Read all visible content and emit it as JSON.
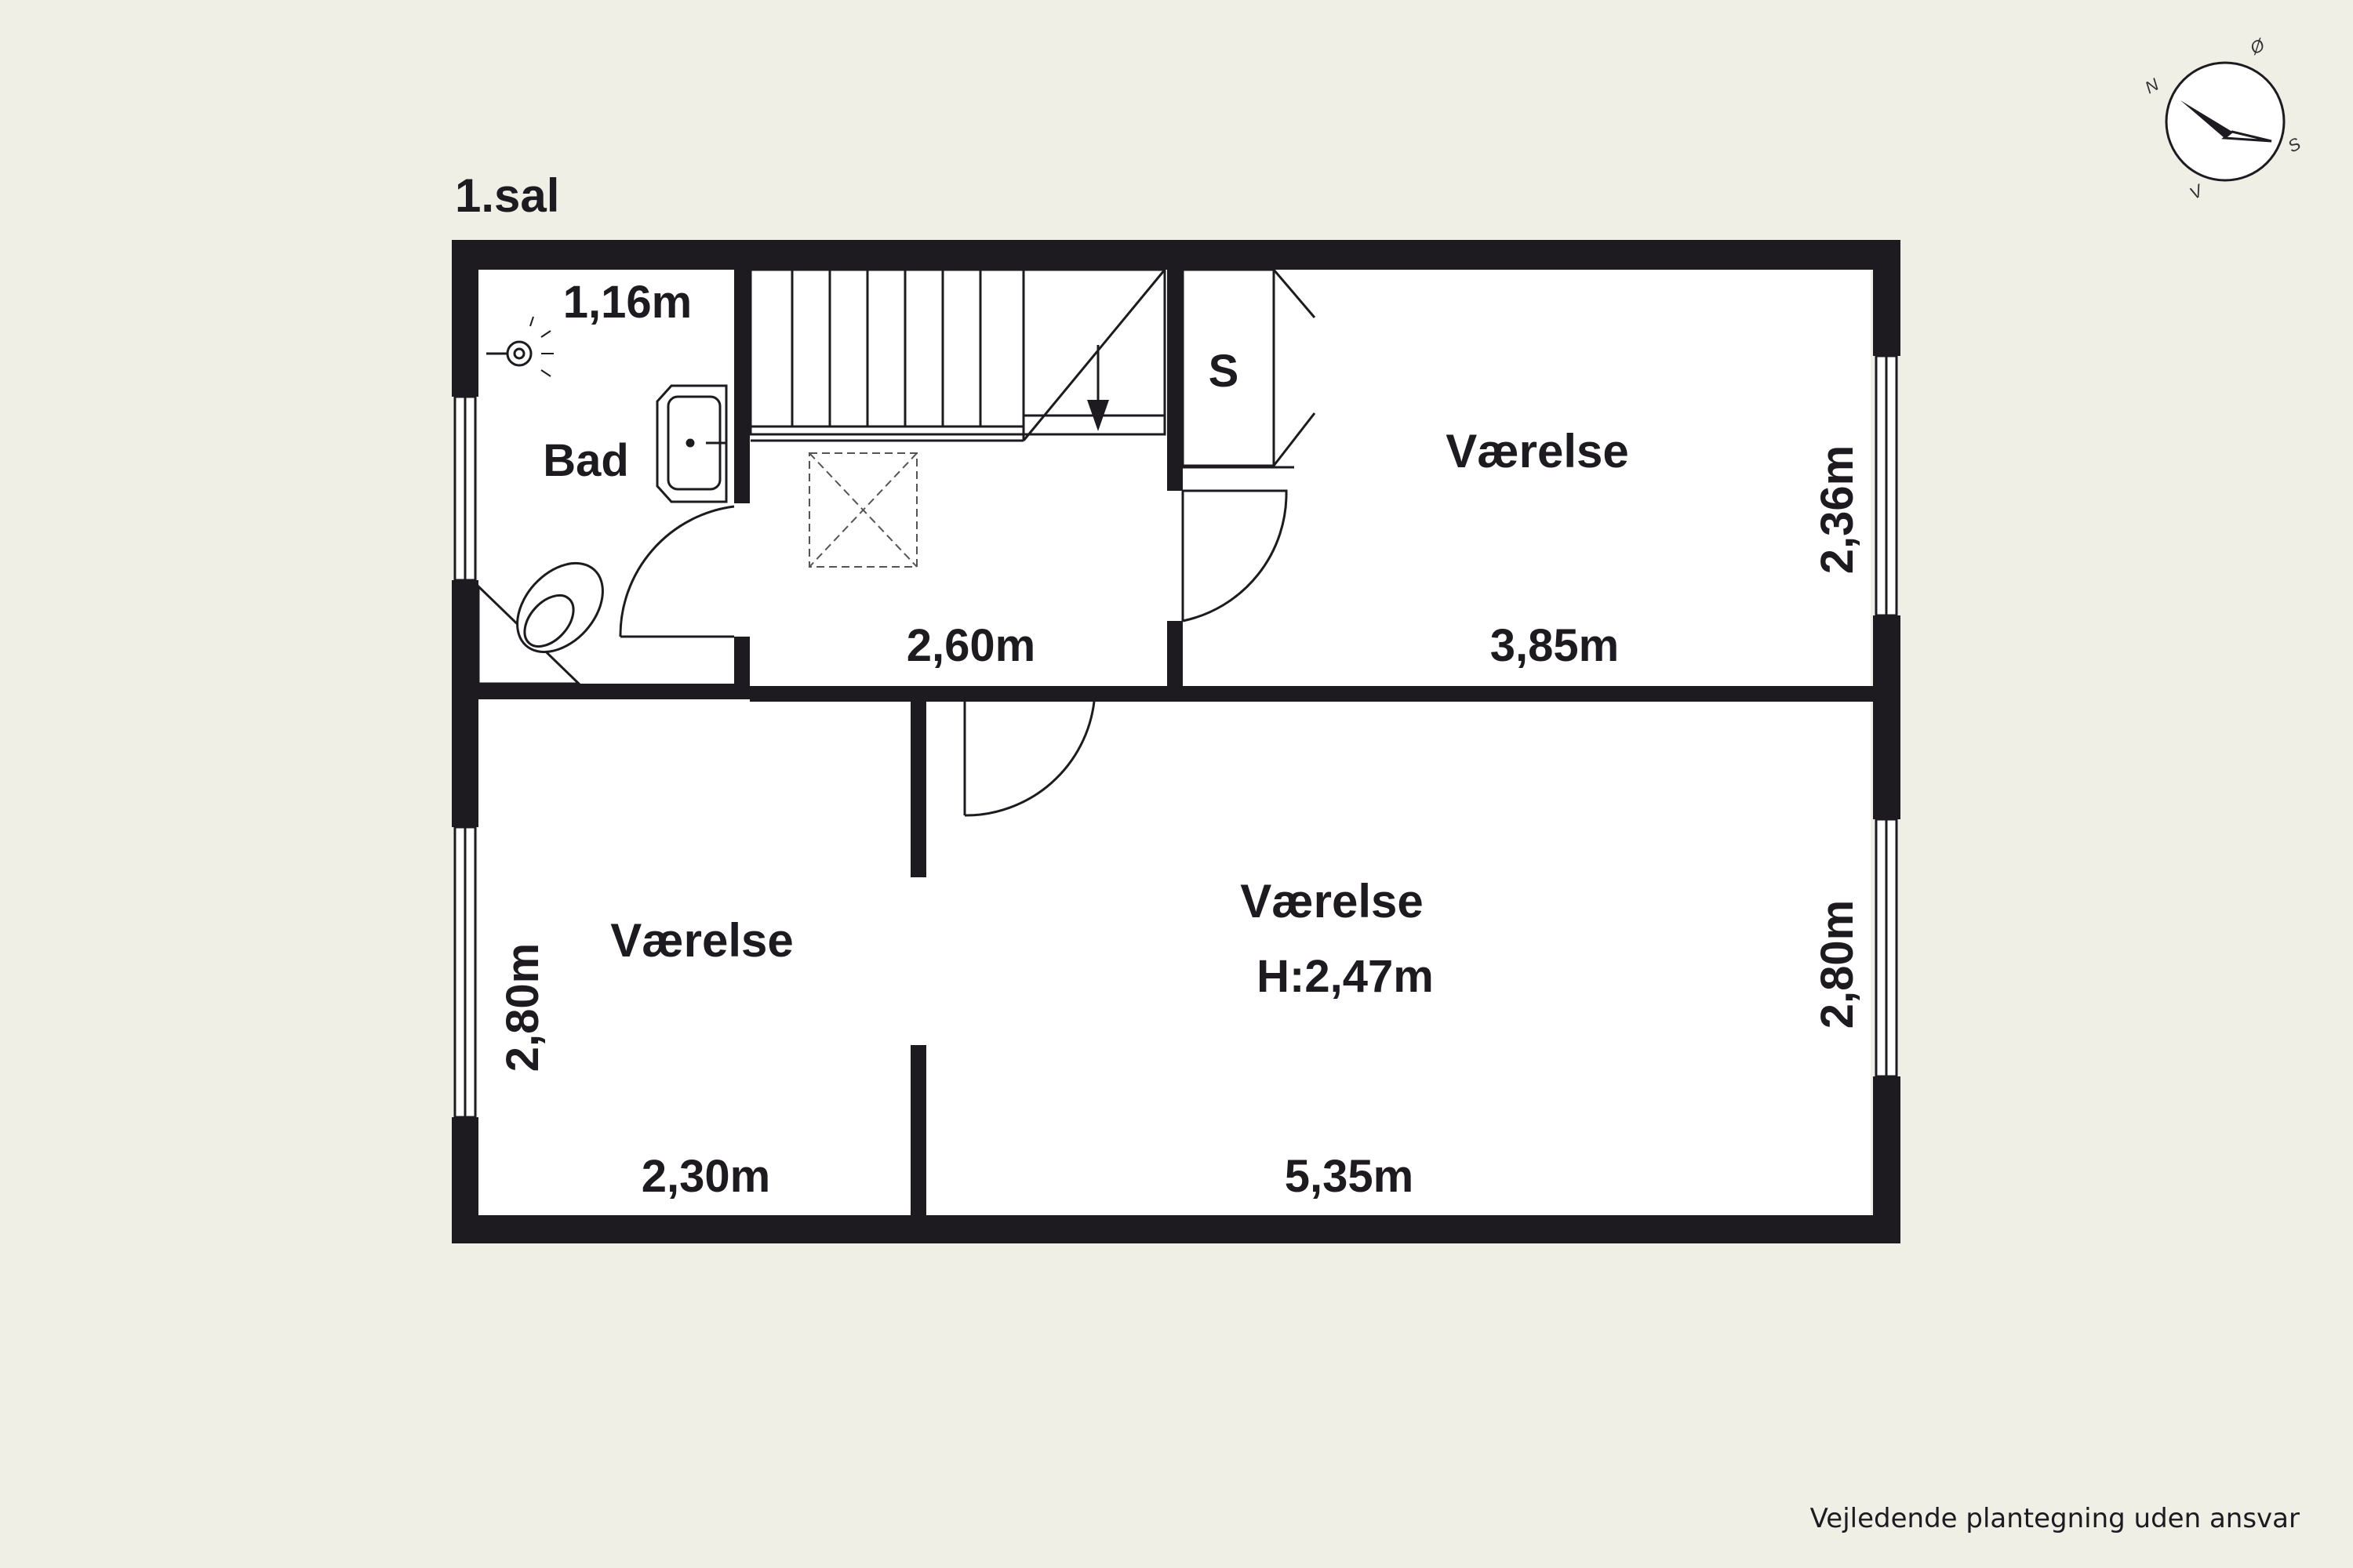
{
  "floor": {
    "title": "1.sal",
    "rooms": {
      "bad": {
        "name": "Bad",
        "width": "1,16m"
      },
      "hall": {
        "width": "2,60m"
      },
      "storage": {
        "name": "S"
      },
      "room_ne": {
        "name": "Værelse",
        "width": "3,85m",
        "depth": "2,36m"
      },
      "room_sw": {
        "name": "Værelse",
        "width": "2,30m",
        "depth": "2,80m"
      },
      "room_se": {
        "name": "Værelse",
        "height": "H:2,47m",
        "width": "5,35m",
        "depth": "2,80m"
      }
    }
  },
  "compass": {
    "n": "N",
    "e": "Ø",
    "s": "S",
    "w": "V"
  },
  "disclaimer": "Vejledende plantegning uden ansvar",
  "colors": {
    "background": "#f0efe6",
    "wall": "#1e1b20",
    "room_fill": "#ffffff"
  },
  "icons": [
    "stair-arrow-icon",
    "washbasin-icon",
    "toilet-icon",
    "shower-icon",
    "compass-icon"
  ]
}
